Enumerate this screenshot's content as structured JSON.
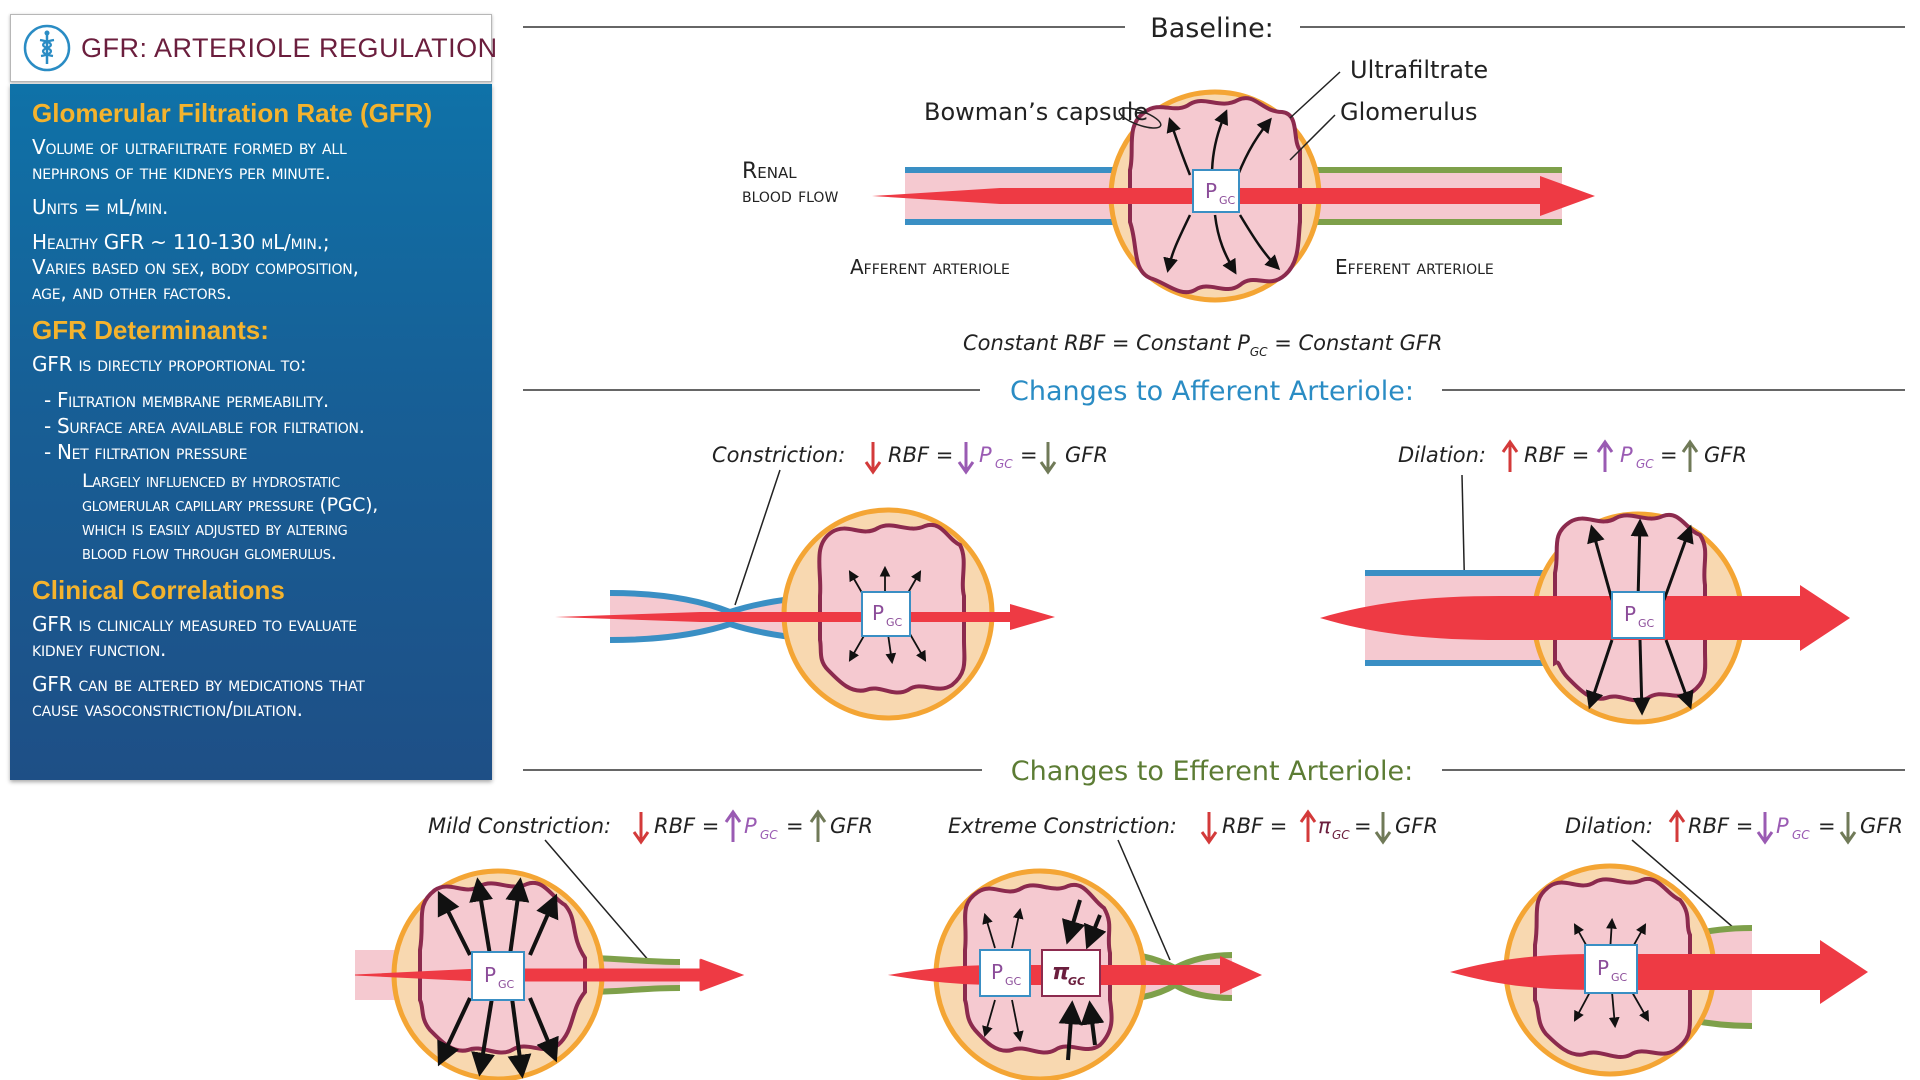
{
  "panel": {
    "title": "GFR: ARTERIOLE REGULATION",
    "section1_heading": "Glomerular Filtration Rate (GFR)",
    "definition": "Volume of ultrafiltrate formed by all\nnephrons of the kidneys per minute.",
    "units": "Units = mL/min.",
    "healthy": "Healthy GFR ~ 110-130 mL/min.;\nVaries based on sex, body composition,\nage, and other factors.",
    "section2_heading": "GFR Determinants:",
    "proportional": "GFR is directly proportional to:",
    "determinants": [
      "- Filtration membrane permeability.",
      "- Surface area available for filtration.",
      "- Net filtration pressure"
    ],
    "nfp_detail": "Largely influenced by hydrostatic\nglomerular capillary pressure (PGC),\nwhich is easily adjusted by altering\nblood flow through glomerulus.",
    "section3_heading": "Clinical Correlations",
    "clinical1": "GFR is clinically measured to evaluate\nkidney function.",
    "clinical2": "GFR can be altered by medications that\ncause vasoconstriction/dilation."
  },
  "baseline": {
    "heading": "Baseline:",
    "label_ultrafiltrate": "Ultrafiltrate",
    "label_bowmans": "Bowman’s capsule",
    "label_glomerulus": "Glomerulus",
    "label_renal": "Renal",
    "label_blood_flow": "blood flow",
    "label_afferent": "Afferent arteriole",
    "label_efferent": "Efferent arteriole",
    "eq_part1": "Constant RBF = Constant P",
    "eq_part2": " = Constant GFR",
    "pgc_p": "P",
    "pgc_sub": "GC"
  },
  "afferent": {
    "heading": "Changes to Afferent Arteriole:",
    "constriction_label": "Constriction:",
    "dilation_label": "Dilation:"
  },
  "efferent": {
    "heading": "Changes to Efferent Arteriole:",
    "mild_label": "Mild Constriction:",
    "extreme_label": "Extreme Constriction:",
    "dilation_label": "Dilation:"
  },
  "eq": {
    "rbf": "RBF =",
    "eq": "=",
    "gfr": "GFR",
    "p": "P",
    "gc": "GC",
    "pi": "π"
  },
  "colors": {
    "blood": "#ee3a44",
    "afferent_vessel": "#3a8fc4",
    "efferent_vessel": "#7ea04a",
    "capsule_fill": "#f8d8b0",
    "capsule_stroke": "#f4a534",
    "glomerulus_fill": "#f5c9d0",
    "glomerulus_stroke": "#8c2a4e",
    "title_color": "#6b1e3d",
    "afferent_heading": "#2a8cc4",
    "efferent_heading": "#5c7c34",
    "arrow_down_red": "#d33a3a",
    "arrow_up_red": "#d33a3a",
    "arrow_purple": "#9a5bb3",
    "arrow_olive": "#707a58",
    "pgc_text": "#8b4c99",
    "panel_heading": "#f4b32d"
  }
}
